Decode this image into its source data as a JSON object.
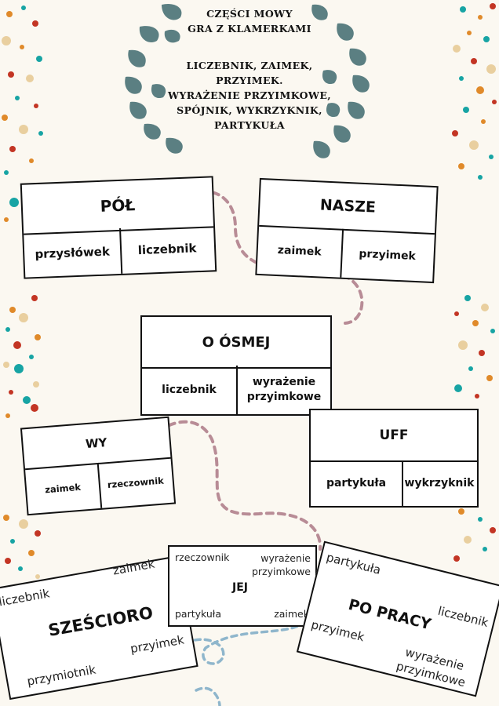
{
  "header": {
    "title_line1": "CZĘŚCI MOWY",
    "title_line2": "GRA Z KLAMERKAMI",
    "topics": [
      "LICZEBNIK, ZAIMEK,",
      "PRZYIMEK.",
      "WYRAŻENIE PRZYIMKOWE,",
      "SPÓJNIK, WYKRZYKNIK,",
      "PARTYKUŁA"
    ]
  },
  "cards": [
    {
      "word": "PÓŁ",
      "left": "przysłówek",
      "right": "liczebnik"
    },
    {
      "word": "NASZE",
      "left": "zaimek",
      "right": "przyimek"
    },
    {
      "word": "O ÓSMEJ",
      "left": "liczebnik",
      "right": "wyrażenie przyimkowe"
    },
    {
      "word": "WY",
      "left": "zaimek",
      "right": "rzeczownik"
    },
    {
      "word": "UFF",
      "left": "partykuła",
      "right": "wykrzyknik"
    }
  ],
  "free_cards": [
    {
      "word": "SZEŚCIORO",
      "options": [
        "liczebnik",
        "zaimek",
        "przymiotnik",
        "przyimek"
      ]
    },
    {
      "word": "JEJ",
      "options": [
        "rzeczownik",
        "wyrażenie przyimkowe",
        "partykuła",
        "zaimek"
      ]
    },
    {
      "word": "PO PRACY",
      "options": [
        "partykuła",
        "liczebnik",
        "przyimek",
        "wyrażenie przyimkowe"
      ]
    }
  ],
  "colors": {
    "teal": "#17a4a4",
    "orange": "#e08a2a",
    "red": "#c33524",
    "beige": "#e9cf9f",
    "leaf": "#5b7f82",
    "pink_dash": "#b88c96",
    "blue_dash": "#8fb6cc"
  }
}
